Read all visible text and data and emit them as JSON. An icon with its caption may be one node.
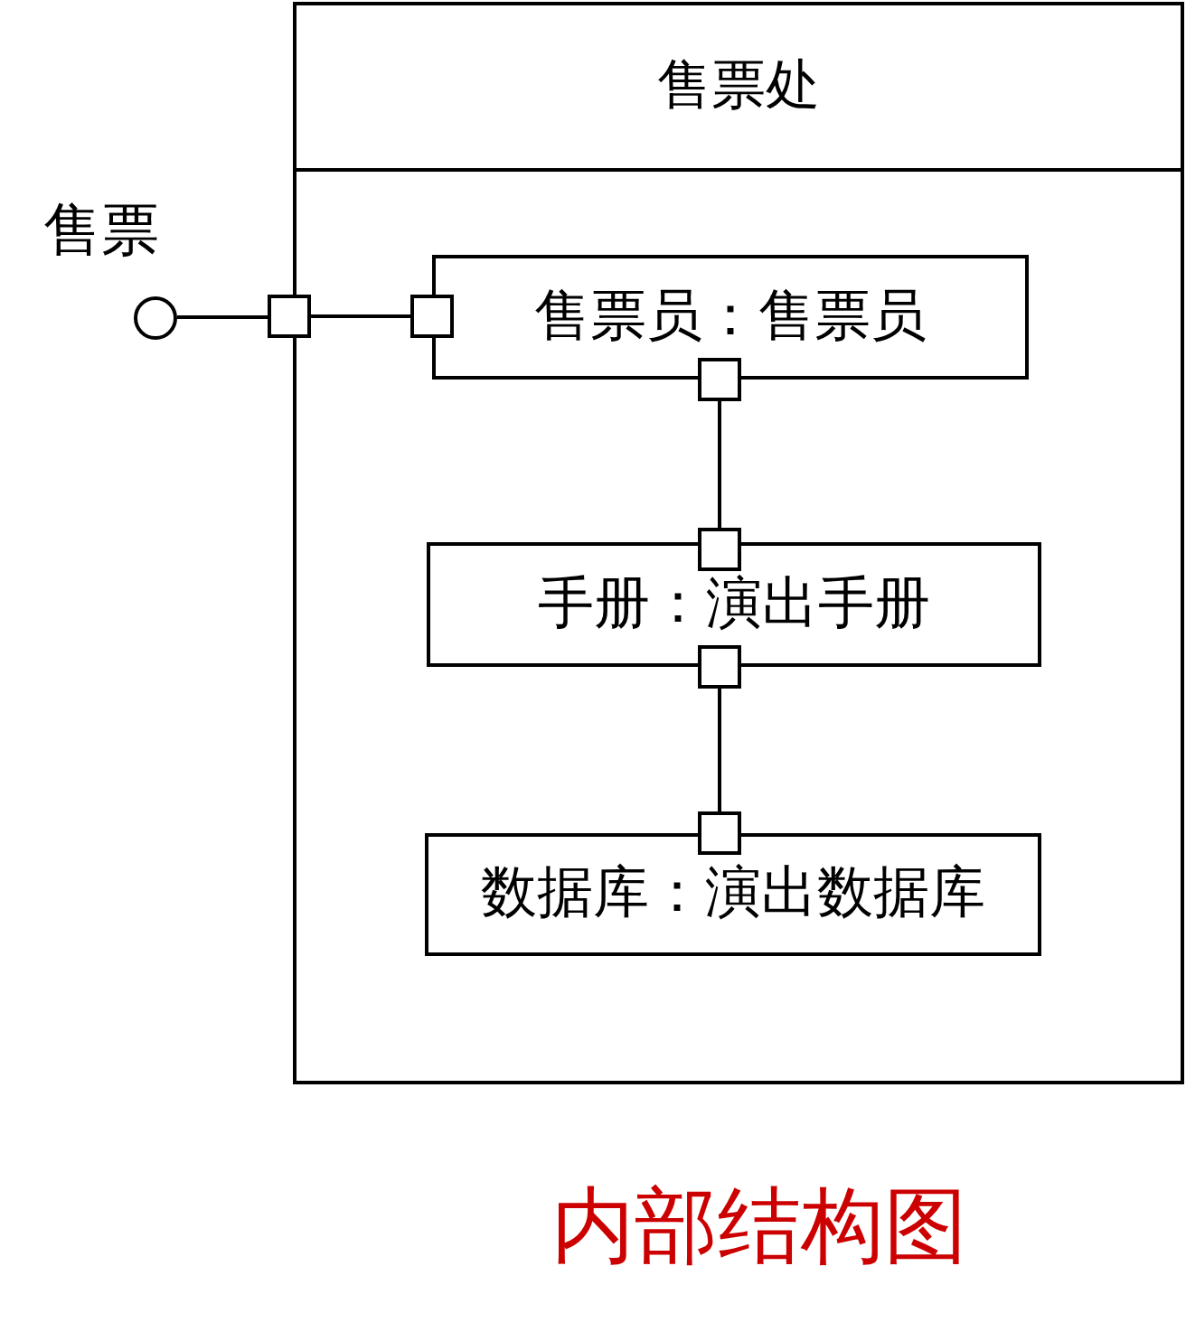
{
  "diagram": {
    "caption": "内部结构图",
    "nodes": [
      {
        "text": [
          "售票处"
        ]
      },
      {
        "text": [],
        "shape": "circle",
        "beside": [
          "售票"
        ]
      },
      {
        "text": [],
        "shape": "box"
      },
      {
        "text": [
          "售票员：售票员"
        ],
        "in": 0
      },
      {
        "text": [],
        "shape": "box",
        "in": 0
      },
      {
        "text": [],
        "shape": "box",
        "in": 0
      },
      {
        "text": [
          "手册：演出手册"
        ],
        "in": 0
      },
      {
        "text": [],
        "shape": "box",
        "in": 0
      },
      {
        "text": [],
        "shape": "box",
        "in": 0
      },
      {
        "text": [
          "数据库：演出数据库"
        ],
        "in": 0
      },
      {
        "text": [],
        "shape": "box",
        "in": 0
      }
    ],
    "edges": [
      {
        "from": 1,
        "to": 2,
        "arrow": "none"
      },
      {
        "from": 2,
        "to": 4,
        "arrow": "none"
      },
      {
        "from": 5,
        "to": 7,
        "arrow": "none"
      },
      {
        "from": 8,
        "to": 10,
        "arrow": "none"
      }
    ]
  }
}
